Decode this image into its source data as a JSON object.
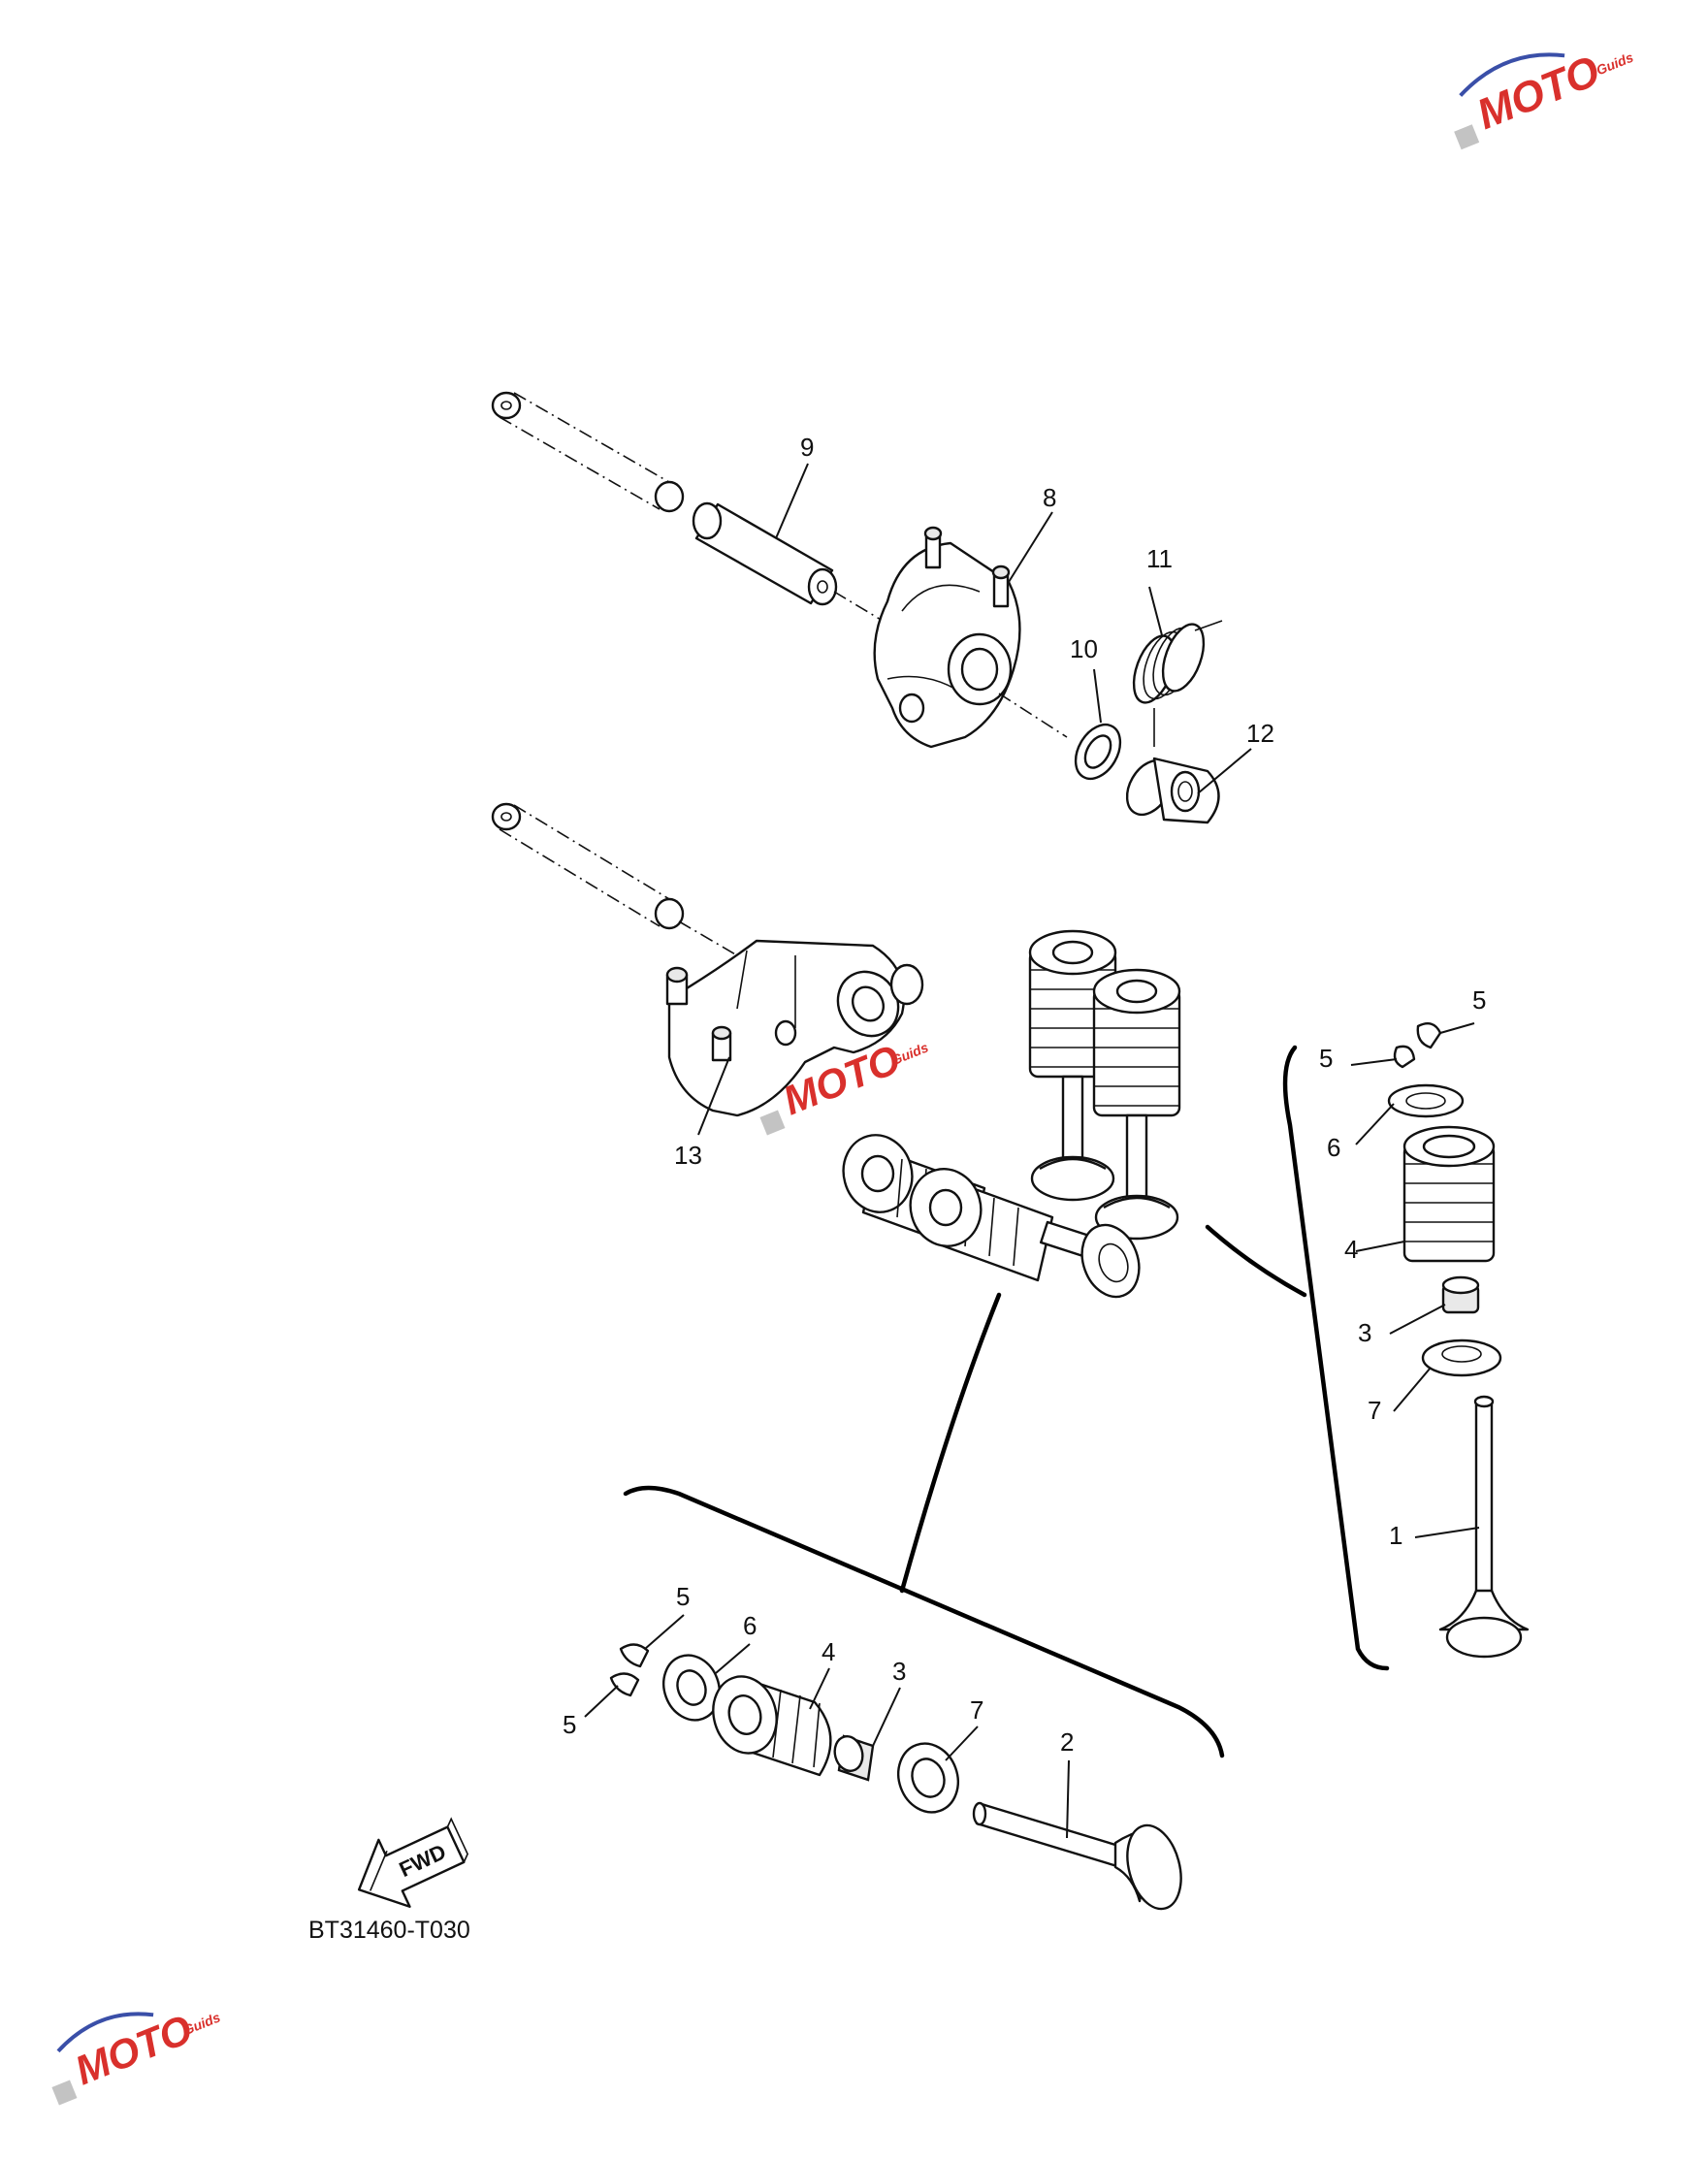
{
  "diagram_code": "BT31460-T030",
  "fwd_label": "FWD",
  "watermark": {
    "brand": "MOTO",
    "sub": "Guids"
  },
  "callouts": {
    "c9": "9",
    "c8": "8",
    "c11": "11",
    "c10": "10",
    "c12": "12",
    "c13": "13",
    "r5a": "5",
    "r5b": "5",
    "r6": "6",
    "r4": "4",
    "r3": "3",
    "r7": "7",
    "r1": "1",
    "b5a": "5",
    "b5b": "5",
    "b6": "6",
    "b4": "4",
    "b3": "3",
    "b7": "7",
    "b2": "2"
  },
  "colors": {
    "line": "#111111",
    "wm_red": "#d9302c",
    "wm_blue": "#3a4fa8"
  }
}
